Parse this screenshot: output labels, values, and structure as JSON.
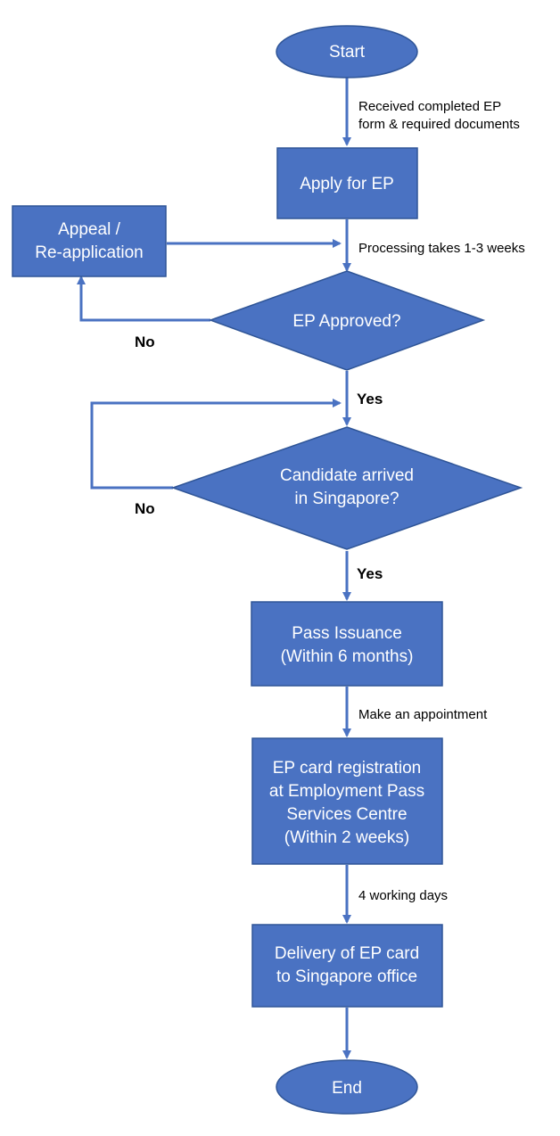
{
  "colors": {
    "shape_fill": "#4a72c2",
    "shape_border": "#2f5597",
    "connector": "#4a72c2",
    "node_text": "#ffffff",
    "label_text": "#000000"
  },
  "nodes": {
    "start": {
      "shape": "ellipse",
      "lines": [
        "Start"
      ]
    },
    "apply": {
      "shape": "rectangle",
      "lines": [
        "Apply for EP"
      ]
    },
    "appeal": {
      "shape": "rectangle",
      "lines": [
        "Appeal /",
        "Re-application"
      ]
    },
    "ep_approved": {
      "shape": "diamond",
      "lines": [
        "EP Approved?"
      ]
    },
    "arrived": {
      "shape": "diamond",
      "lines": [
        "Candidate arrived",
        "in Singapore?"
      ]
    },
    "pass_issuance": {
      "shape": "rectangle",
      "lines": [
        "Pass Issuance",
        "(Within 6 months)"
      ]
    },
    "registration": {
      "shape": "rectangle",
      "lines": [
        "EP card registration",
        "at Employment Pass",
        "Services Centre",
        "(Within 2 weeks)"
      ]
    },
    "delivery": {
      "shape": "rectangle",
      "lines": [
        "Delivery of EP card",
        "to Singapore office"
      ]
    },
    "end": {
      "shape": "ellipse",
      "lines": [
        "End"
      ]
    }
  },
  "edge_labels": {
    "received": [
      "Received completed EP",
      "form & required documents"
    ],
    "processing": [
      "Processing takes 1-3 weeks"
    ],
    "appointment": [
      "Make an appointment"
    ],
    "working_days": [
      "4 working days"
    ]
  },
  "branch_labels": {
    "approved_no": "No",
    "approved_yes": "Yes",
    "arrived_no": "No",
    "arrived_yes": "Yes"
  }
}
